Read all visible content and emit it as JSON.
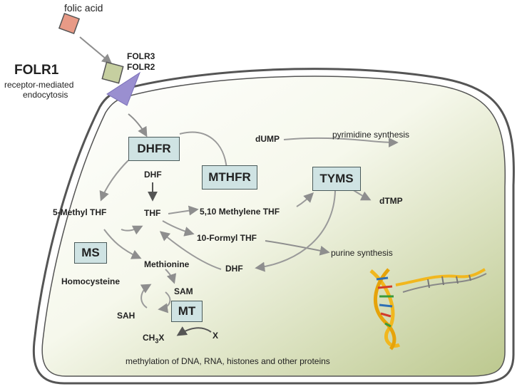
{
  "labels": {
    "folic_acid": "folic acid",
    "folr3": "FOLR3",
    "folr2": "FOLR2",
    "folr1": "FOLR1",
    "endocytosis_line1": "receptor-mediated",
    "endocytosis_line2": "endocytosis",
    "dump": "dUMP",
    "pyrimidine_synthesis": "pyrimidine synthesis",
    "dtmp": "dTMP",
    "dhf_top": "DHF",
    "methyl_thf": "5-Methyl THF",
    "thf": "THF",
    "methylene_thf": "5,10 Methylene THF",
    "formyl_thf": "10-Formyl THF",
    "purine_synthesis": "purine synthesis",
    "methionine": "Methionine",
    "dhf_bottom": "DHF",
    "homocysteine": "Homocysteine",
    "sam": "SAM",
    "sah": "SAH",
    "ch3x_main": "CH",
    "ch3x_sub": "3",
    "ch3x_tail": "X",
    "x": "X",
    "methylation": "methylation of DNA, RNA, histones and other proteins"
  },
  "enzymes": {
    "dhfr": "DHFR",
    "mthfr": "MTHFR",
    "tyms": "TYMS",
    "ms": "MS",
    "mt": "MT"
  },
  "colors": {
    "cell_membrane": "#555555",
    "cytoplasm_tint": "#b9c48a",
    "enzyme_box": "#cfe3e3",
    "folic_acid_square": "#e89a86",
    "receptor_square": "#c6cfa0",
    "receptor_triangle": "#9a8fd0",
    "arrow": "#9a9a9a"
  }
}
